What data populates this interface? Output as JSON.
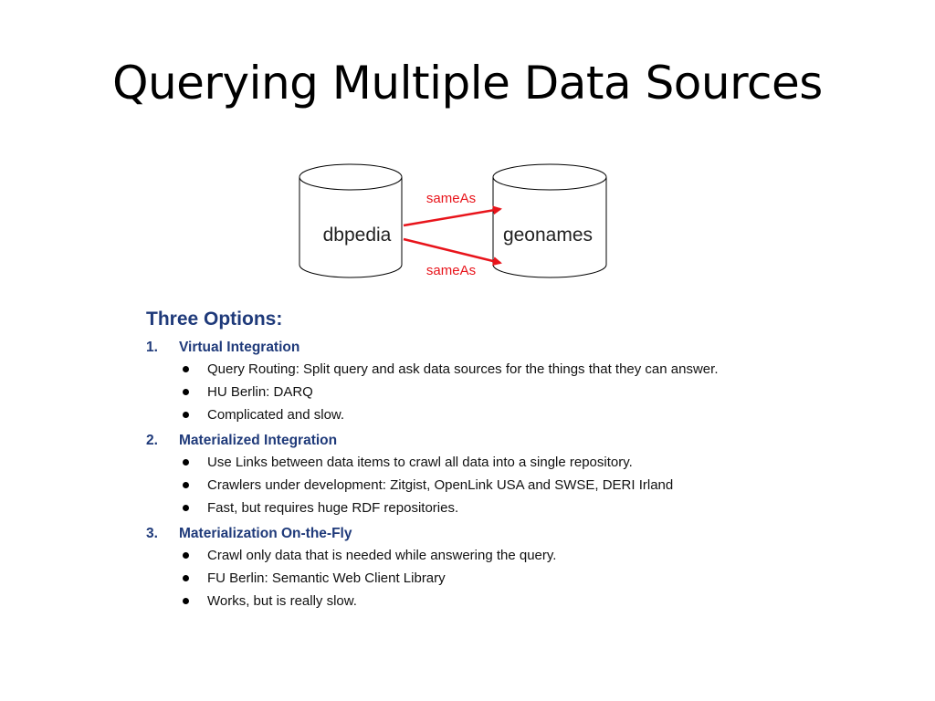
{
  "slide": {
    "title": "Querying Multiple Data Sources"
  },
  "diagram": {
    "source_store": "dbpedia",
    "target_store": "geonames",
    "link_top": "sameAs",
    "link_bottom": "sameAs",
    "link_color": "#e8141b"
  },
  "options": {
    "heading": "Three Options:",
    "list": [
      {
        "number": "1.",
        "title": "Virtual Integration",
        "items": [
          "Query Routing: Split query and ask data sources for the things that they can answer.",
          "HU Berlin: DARQ",
          "Complicated and slow."
        ]
      },
      {
        "number": "2.",
        "title": "Materialized Integration",
        "items": [
          "Use Links between data items to crawl all data into a single repository.",
          "Crawlers under development: Zitgist, OpenLink USA and SWSE, DERI Irland",
          "Fast, but requires huge RDF repositories."
        ]
      },
      {
        "number": "3.",
        "title": "Materialization On-the-Fly",
        "items": [
          "Crawl only data that is needed while answering the query.",
          "FU Berlin: Semantic Web Client Library",
          "Works, but is really slow."
        ]
      }
    ]
  },
  "colors": {
    "heading_blue": "#1f3a7a",
    "text": "#111111"
  }
}
